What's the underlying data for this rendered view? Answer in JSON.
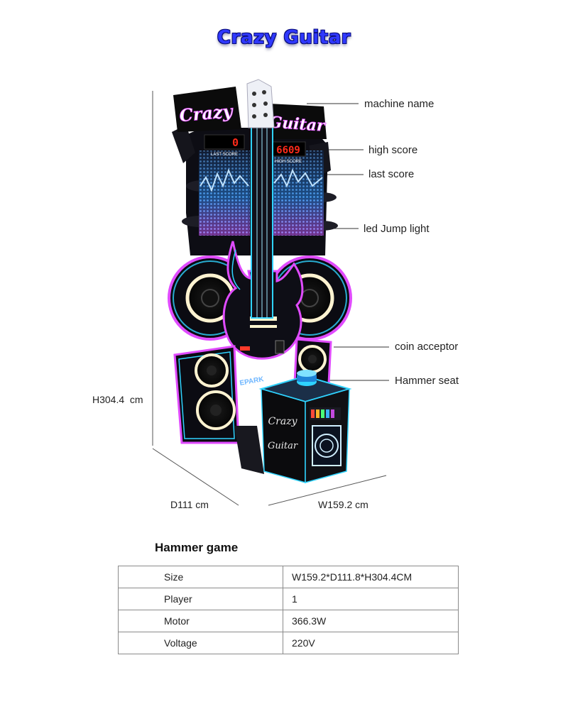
{
  "header": {
    "title": "Crazy Guitar"
  },
  "machine": {
    "logo_left": "Crazy",
    "logo_right": "Guitar",
    "last_score_display": "0",
    "last_score_caption": "LAST SCORE",
    "high_score_display": "6609",
    "high_score_caption": "HIGH SCORE",
    "cabinet_logo_top": "Crazy",
    "cabinet_logo_bottom": "Guitar"
  },
  "callouts": {
    "machine_name": "machine name",
    "high_score": "high score",
    "last_score": "last score",
    "led_jump_light": "led Jump light",
    "coin_acceptor": "coin acceptor",
    "hammer_seat": "Hammer seat"
  },
  "dimensions": {
    "height": "H304.4  cm",
    "depth": "D111 cm",
    "width": "W159.2 cm"
  },
  "specs": {
    "title": "Hammer game",
    "rows": [
      {
        "label": "Size",
        "value": "W159.2*D111.8*H304.4CM"
      },
      {
        "label": "Player",
        "value": "1"
      },
      {
        "label": "Motor",
        "value": "366.3W"
      },
      {
        "label": "Voltage",
        "value": "220V"
      }
    ]
  },
  "colors": {
    "title_blue": "#2f38ff",
    "neon_pink": "#e04bff",
    "neon_cyan": "#2fd3ff",
    "led_red": "#ff2a1a"
  }
}
